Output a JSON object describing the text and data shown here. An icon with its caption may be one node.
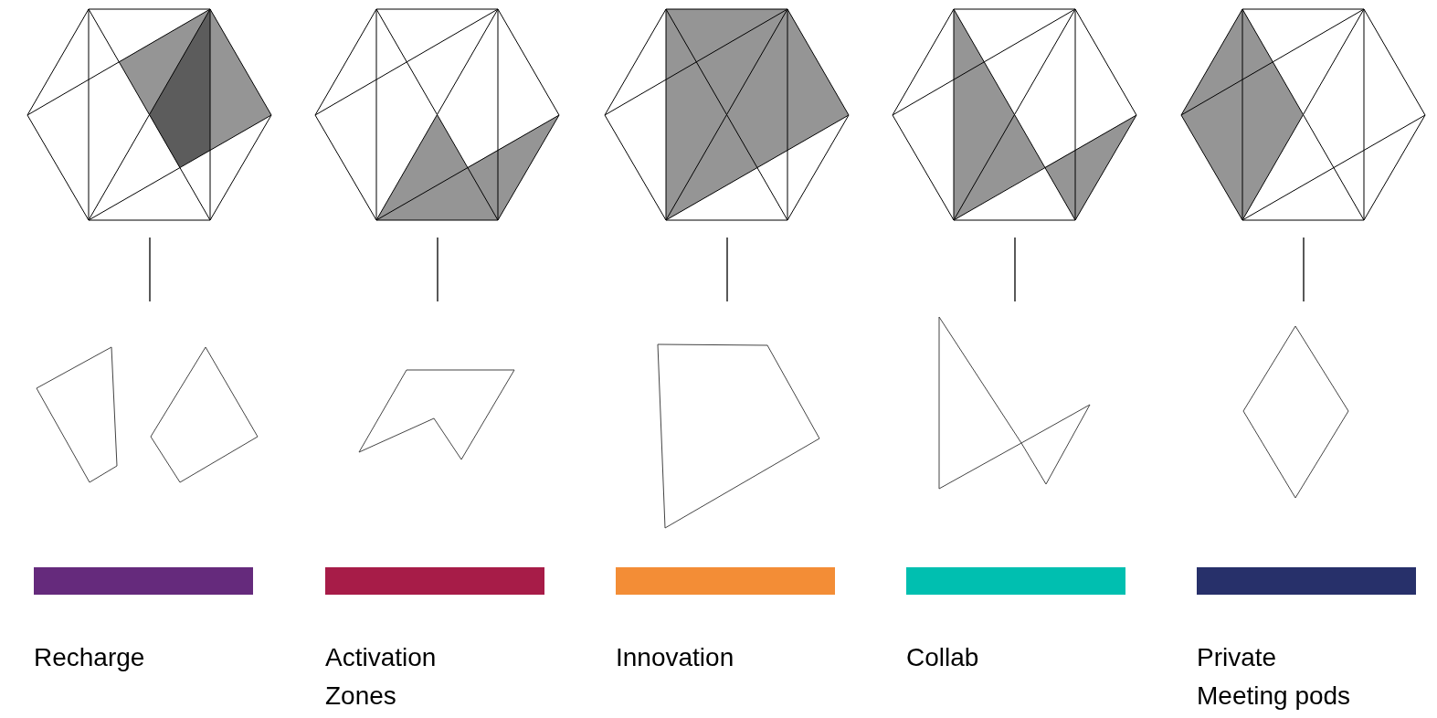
{
  "diagram": {
    "nodes": [
      {
        "text": [],
        "shape": "hexagon"
      },
      {
        "text": [],
        "shape": "hexagon"
      },
      {
        "text": [],
        "shape": "hexagon"
      },
      {
        "text": [],
        "shape": "hexagon"
      },
      {
        "text": [],
        "shape": "hexagon"
      },
      {
        "text": [],
        "shape": "polygon"
      },
      {
        "text": [],
        "shape": "polygon"
      },
      {
        "text": [],
        "shape": "polygon"
      },
      {
        "text": [],
        "shape": "polygon"
      },
      {
        "text": [],
        "shape": "polygon"
      }
    ],
    "edges": [
      {
        "from": 0,
        "to": 5,
        "arrow": "none"
      },
      {
        "from": 1,
        "to": 6,
        "arrow": "none"
      },
      {
        "from": 2,
        "to": 7,
        "arrow": "none"
      },
      {
        "from": 3,
        "to": 8,
        "arrow": "none"
      },
      {
        "from": 4,
        "to": 9,
        "arrow": "none"
      }
    ],
    "legend": [
      {
        "text": "Recharge",
        "color": "#652a7c"
      },
      {
        "text": "Activation Zones",
        "color": "#a71c48"
      },
      {
        "text": "Innovation",
        "color": "#f38d36"
      },
      {
        "text": "Collab",
        "color": "#00bfb0"
      },
      {
        "text": "Private Meeting pods",
        "color": "#27306a"
      }
    ]
  }
}
